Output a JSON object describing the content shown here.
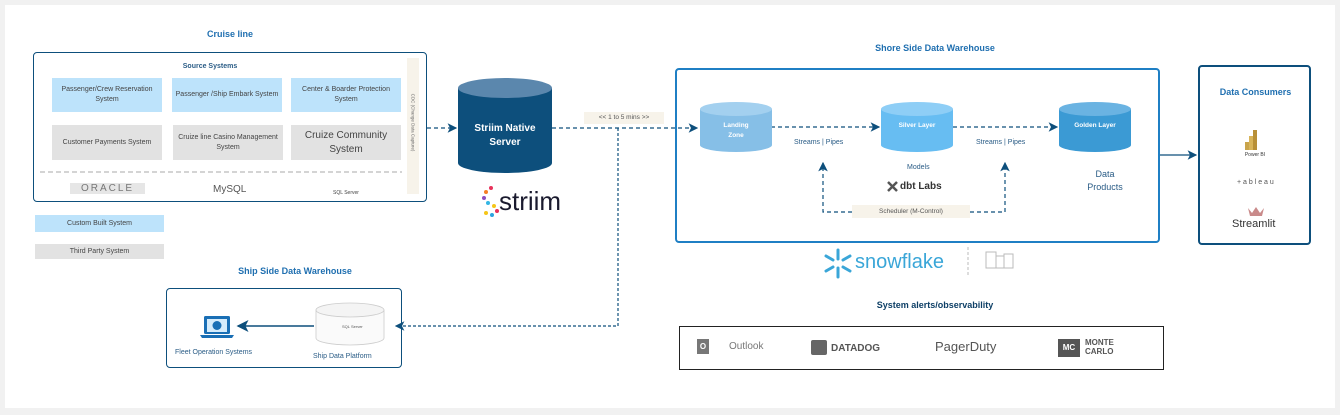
{
  "cruise_line": {
    "title": "Cruise line",
    "source_systems_title": "Source Systems",
    "systems": [
      {
        "label": "Passenger/Crew Reservation System",
        "type": "custom"
      },
      {
        "label": "Passenger /Ship Embark System",
        "type": "custom"
      },
      {
        "label": "Center & Boarder Protection System",
        "type": "custom"
      },
      {
        "label": "Customer Payments System",
        "type": "third_party"
      },
      {
        "label": "Cruize line Casino Management System",
        "type": "third_party"
      },
      {
        "label": "Cruize Community System",
        "type": "third_party"
      }
    ],
    "databases": [
      "ORACLE",
      "MySQL",
      "SQL Server"
    ],
    "cdc_label": "CDC (Change Data Capture)"
  },
  "legend": {
    "custom": "Custom Built System",
    "third_party": "Third Party System"
  },
  "striim": {
    "server_label": "Striim Native Server",
    "logo": "striim",
    "interval_label": "<< 1 to 5 mins >>"
  },
  "shore": {
    "title": "Shore Side Data Warehouse",
    "landing": "Landing Zone",
    "silver": "Silver Layer",
    "golden": "Golden Layer",
    "streams1": "Streams | Pipes",
    "streams2": "Streams | Pipes",
    "models": "Models",
    "dbt": "dbt Labs",
    "data_products": "Data Products",
    "scheduler": "Scheduler (M-Control)",
    "snowflake": "snowflake"
  },
  "consumers": {
    "title": "Data Consumers",
    "items": [
      "Power BI",
      "+ a b l e a u",
      "Streamlit"
    ]
  },
  "ship": {
    "title": "Ship Side Data Warehouse",
    "fleet": "Fleet Operation Systems",
    "platform": "Ship Data Platform",
    "sql": "SQL Server"
  },
  "alerts": {
    "title": "System alerts/observability",
    "tools": [
      "Outlook",
      "DATADOG",
      "PagerDuty",
      "MONTE",
      "CARLO"
    ]
  },
  "colors": {
    "primary": "#0d4f7c",
    "accent": "#1f6fb0",
    "custom": "#bde3fb",
    "third_party": "#e2e2e2"
  }
}
